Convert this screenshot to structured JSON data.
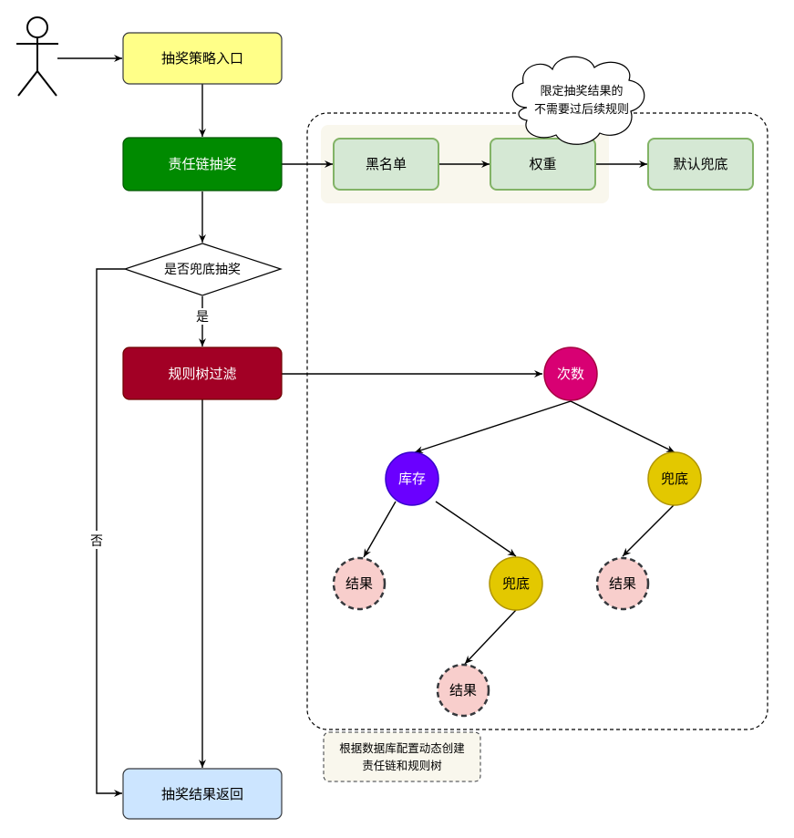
{
  "diagram": {
    "entry": "抽奖策略入口",
    "chain": "责任链抽奖",
    "decision": "是否兜底抽奖",
    "yes": "是",
    "no": "否",
    "tree_filter": "规则树过滤",
    "result_return": "抽奖结果返回",
    "chain_nodes": [
      "黑名单",
      "权重",
      "默认兜底"
    ],
    "cloud_note": [
      "限定抽奖结果的",
      "不需要过后续规则"
    ],
    "tree_nodes": {
      "count": "次数",
      "stock": "库存",
      "fallback_right": "兜底",
      "fallback_mid": "兜底",
      "result_left": "结果",
      "result_right": "结果",
      "result_bottom": "结果"
    },
    "footnote": [
      "根据数据库配置动态创建",
      "责任链和规则树"
    ],
    "colors": {
      "entry": "#FFFF88",
      "chain": "#008A00",
      "tree_filter": "#A20025",
      "result_return": "#CCE5FF",
      "chain_node": "#D5E8D4",
      "chain_bg": "#F9F7ED",
      "count_node": "#D80073",
      "stock_node": "#6A00FF",
      "fallback_node": "#E3C800",
      "result_node": "#F8CECC"
    }
  }
}
